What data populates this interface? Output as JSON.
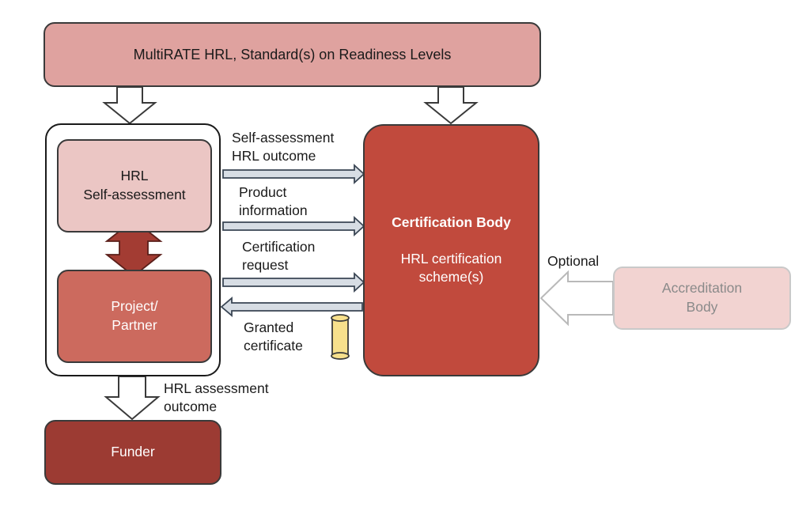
{
  "standard_box": {
    "text": "MultiRATE HRL, Standard(s) on Readiness Levels"
  },
  "self_assessment_box": {
    "line1": "HRL",
    "line2": "Self-assessment"
  },
  "project_box": {
    "line1": "Project/",
    "line2": "Partner"
  },
  "funder_box": {
    "text": "Funder"
  },
  "certification_box": {
    "title": "Certification Body",
    "line1": "HRL certification",
    "line2": "scheme(s)"
  },
  "accreditation_box": {
    "line1": "Accreditation",
    "line2": "Body"
  },
  "flows": {
    "self_assessment_outcome": {
      "line1": "Self-assessment",
      "line2": "HRL outcome"
    },
    "product_information": {
      "line1": "Product",
      "line2": "information"
    },
    "certification_request": {
      "line1": "Certification",
      "line2": "request"
    },
    "granted_certificate": {
      "line1": "Granted",
      "line2": "certificate"
    },
    "optional": "Optional",
    "hrl_assessment_outcome": {
      "line1": "HRL assessment",
      "line2": "outcome"
    }
  },
  "colors": {
    "standard_fill": "#dfa29f",
    "self_assessment_fill": "#ebc6c4",
    "project_fill": "#cc6a5e",
    "funder_fill": "#9c3b33",
    "certification_fill": "#c14a3d",
    "accreditation_fill": "#f2d3d1",
    "double_arrow_fill": "#a33c33",
    "flow_arrow_fill": "#d7dde4",
    "certificate_scroll": "#f7e08c"
  }
}
